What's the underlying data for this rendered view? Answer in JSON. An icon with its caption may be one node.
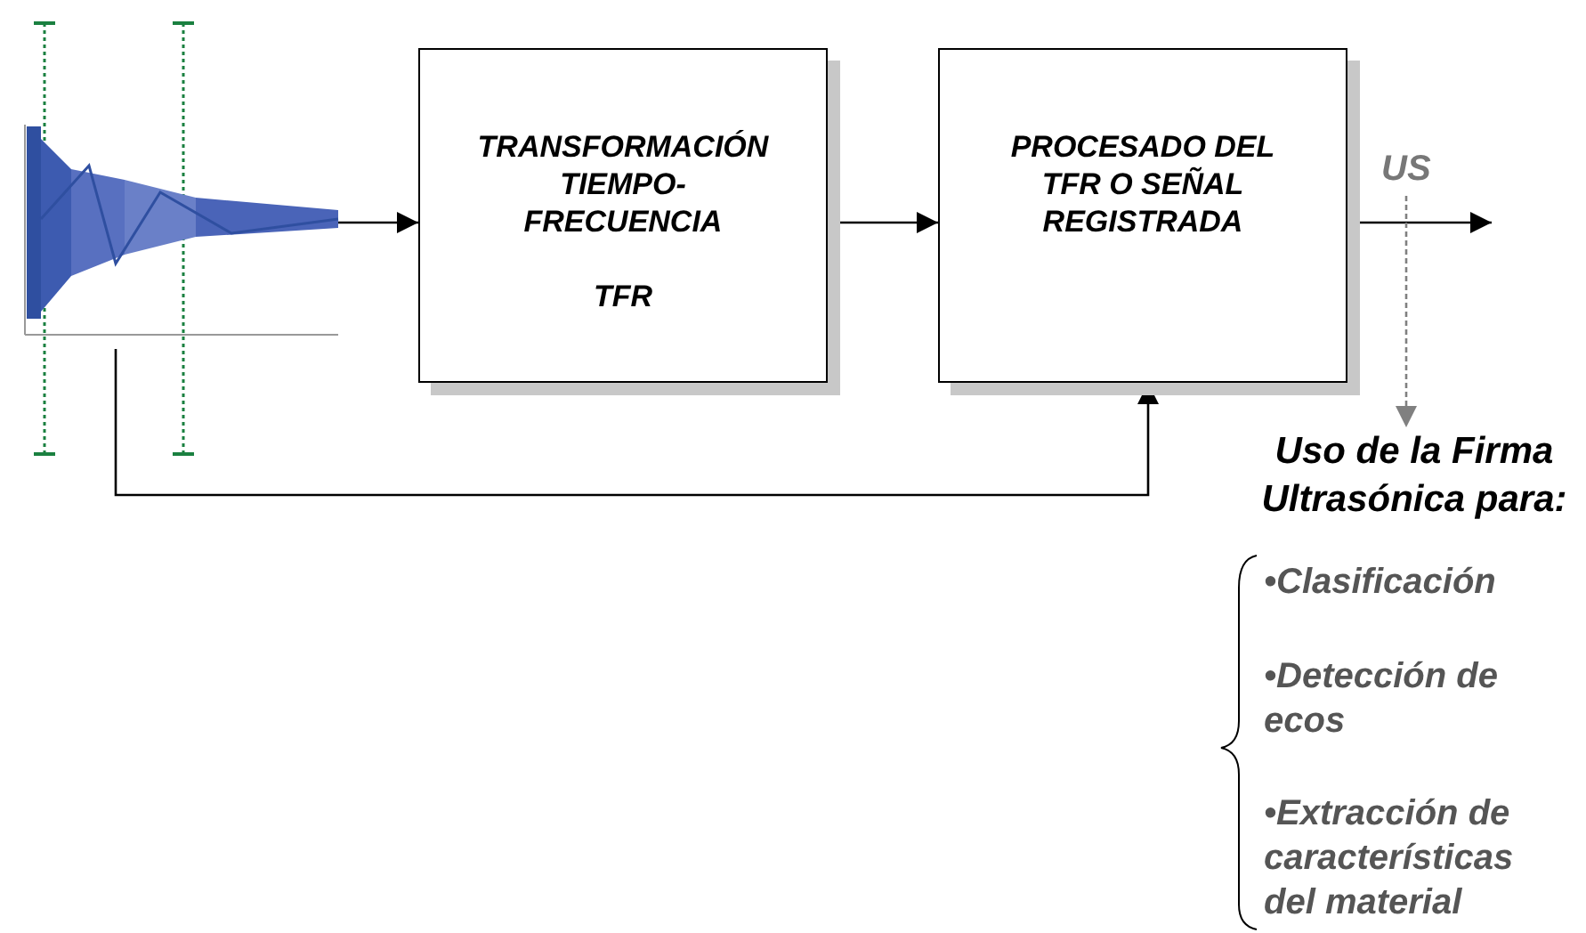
{
  "diagram": {
    "nodes": [
      {
        "text": [],
        "shape": "picture"
      },
      {
        "text": [
          "TRANSFORMACIÓN TIEMPO-FRECUENCIA",
          "TFR"
        ]
      },
      {
        "text": [
          "PROCESADO DEL TFR O SEÑAL REGISTRADA"
        ]
      },
      {
        "text": [
          "Uso de la Firma Ultrasónica para:"
        ]
      }
    ],
    "edges": [
      {
        "from": 0,
        "to": 1,
        "arrow": "to"
      },
      {
        "from": 1,
        "to": 2,
        "arrow": "to"
      },
      {
        "from": 2,
        "to": null,
        "arrow": "to",
        "label": "US"
      },
      {
        "from": 0,
        "to": 2,
        "arrow": "to"
      },
      {
        "from": null,
        "to": 3,
        "arrow": "to",
        "style": "dashed",
        "color": "#808080"
      }
    ],
    "labels": [
      "•Clasificación",
      "•Detección de ecos",
      "•Extracción de características del material"
    ]
  }
}
